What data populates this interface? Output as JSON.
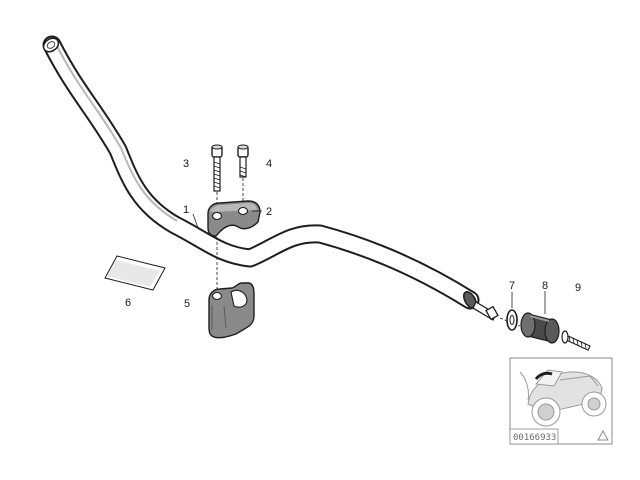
{
  "diagram": {
    "callouts": {
      "handlebar": "1",
      "clamp_upper": "2",
      "bolt_left": "3",
      "bolt_right": "4",
      "clamp_lower": "5",
      "sticker": "6",
      "washer": "7",
      "bar_end_weight": "8",
      "bar_end_screw": "9"
    },
    "reference_number": "00166933"
  }
}
